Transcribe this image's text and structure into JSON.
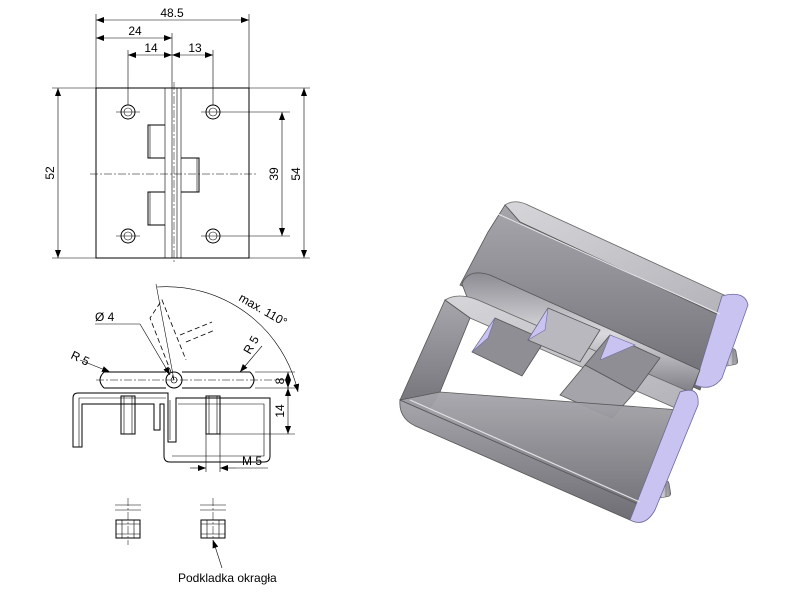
{
  "dimensions": {
    "width_overall": "48.5",
    "width_hole_span": "24",
    "width_left_offset": "14",
    "width_right_offset": "13",
    "height_52": "52",
    "height_39": "39",
    "height_54": "54",
    "diameter": "Ø 4",
    "angle": "max. 110°",
    "radius_left": "R 5",
    "radius_right": "R 5",
    "thickness_8": "8",
    "stud_14": "14",
    "thread": "M 5"
  },
  "caption": "Podkladka okragła",
  "colors": {
    "line": "#000000",
    "body_light": "#c9c9cd",
    "body_mid": "#a8a8ae",
    "body_dark": "#7c7c82",
    "face_lilac": "#c8c3f0",
    "bolt": "#b9b9bf"
  }
}
